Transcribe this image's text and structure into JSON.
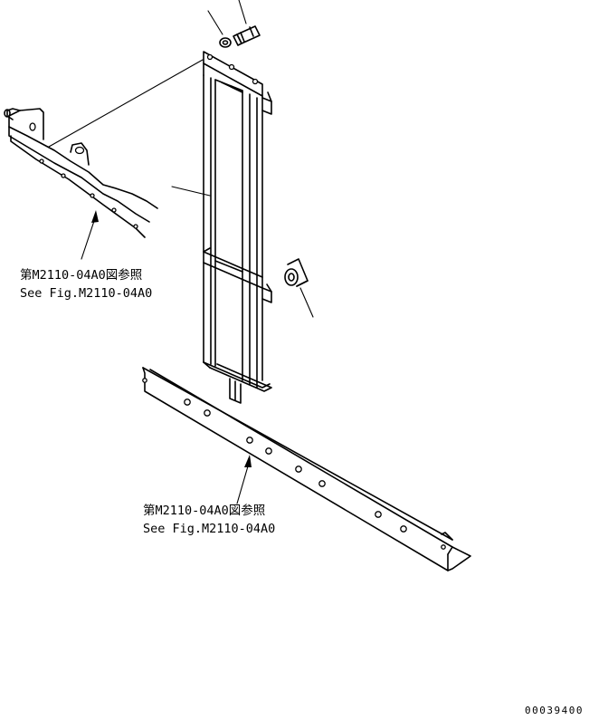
{
  "callouts": [
    {
      "line1": "第M2110-04A0図参照",
      "line2": "See Fig.M2110-04A0"
    },
    {
      "line1": "第M2110-04A0図参照",
      "line2": "See Fig.M2110-04A0"
    }
  ],
  "drawing_number": "00039400"
}
